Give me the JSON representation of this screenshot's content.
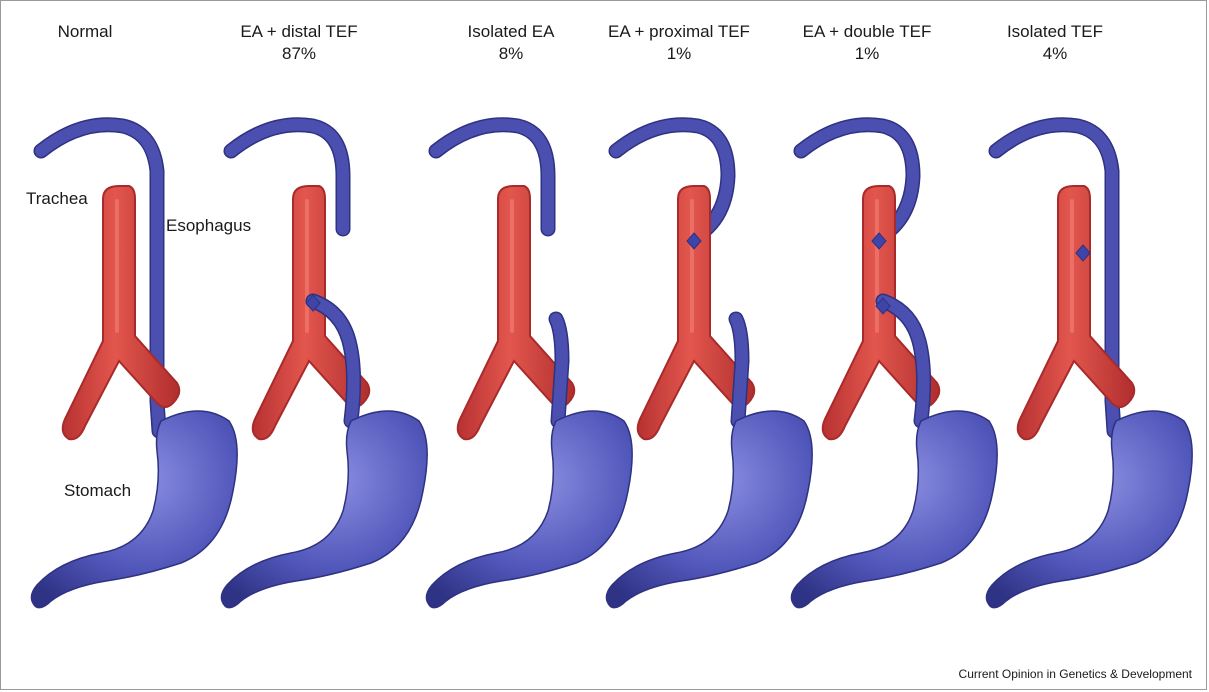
{
  "columns": [
    {
      "title": "Normal",
      "percent": "",
      "type": "normal"
    },
    {
      "title": "EA + distal TEF",
      "percent": "87%",
      "type": "distal"
    },
    {
      "title": "Isolated EA",
      "percent": "8%",
      "type": "isolated_ea"
    },
    {
      "title": "EA + proximal TEF",
      "percent": "1%",
      "type": "proximal"
    },
    {
      "title": "EA + double TEF",
      "percent": "1%",
      "type": "double"
    },
    {
      "title": "Isolated TEF",
      "percent": "4%",
      "type": "isolated_tef"
    }
  ],
  "labels": {
    "trachea": "Trachea",
    "esophagus": "Esophagus",
    "stomach": "Stomach"
  },
  "credit": "Current Opinion in Genetics & Development",
  "colors": {
    "trachea": "#d9453f",
    "trachea_shade": "#a82a2a",
    "esophagus": "#4a4fb0",
    "esophagus_shade": "#2e3280",
    "stomach": "#5a5fc0",
    "fistula": "#3f44a8"
  }
}
